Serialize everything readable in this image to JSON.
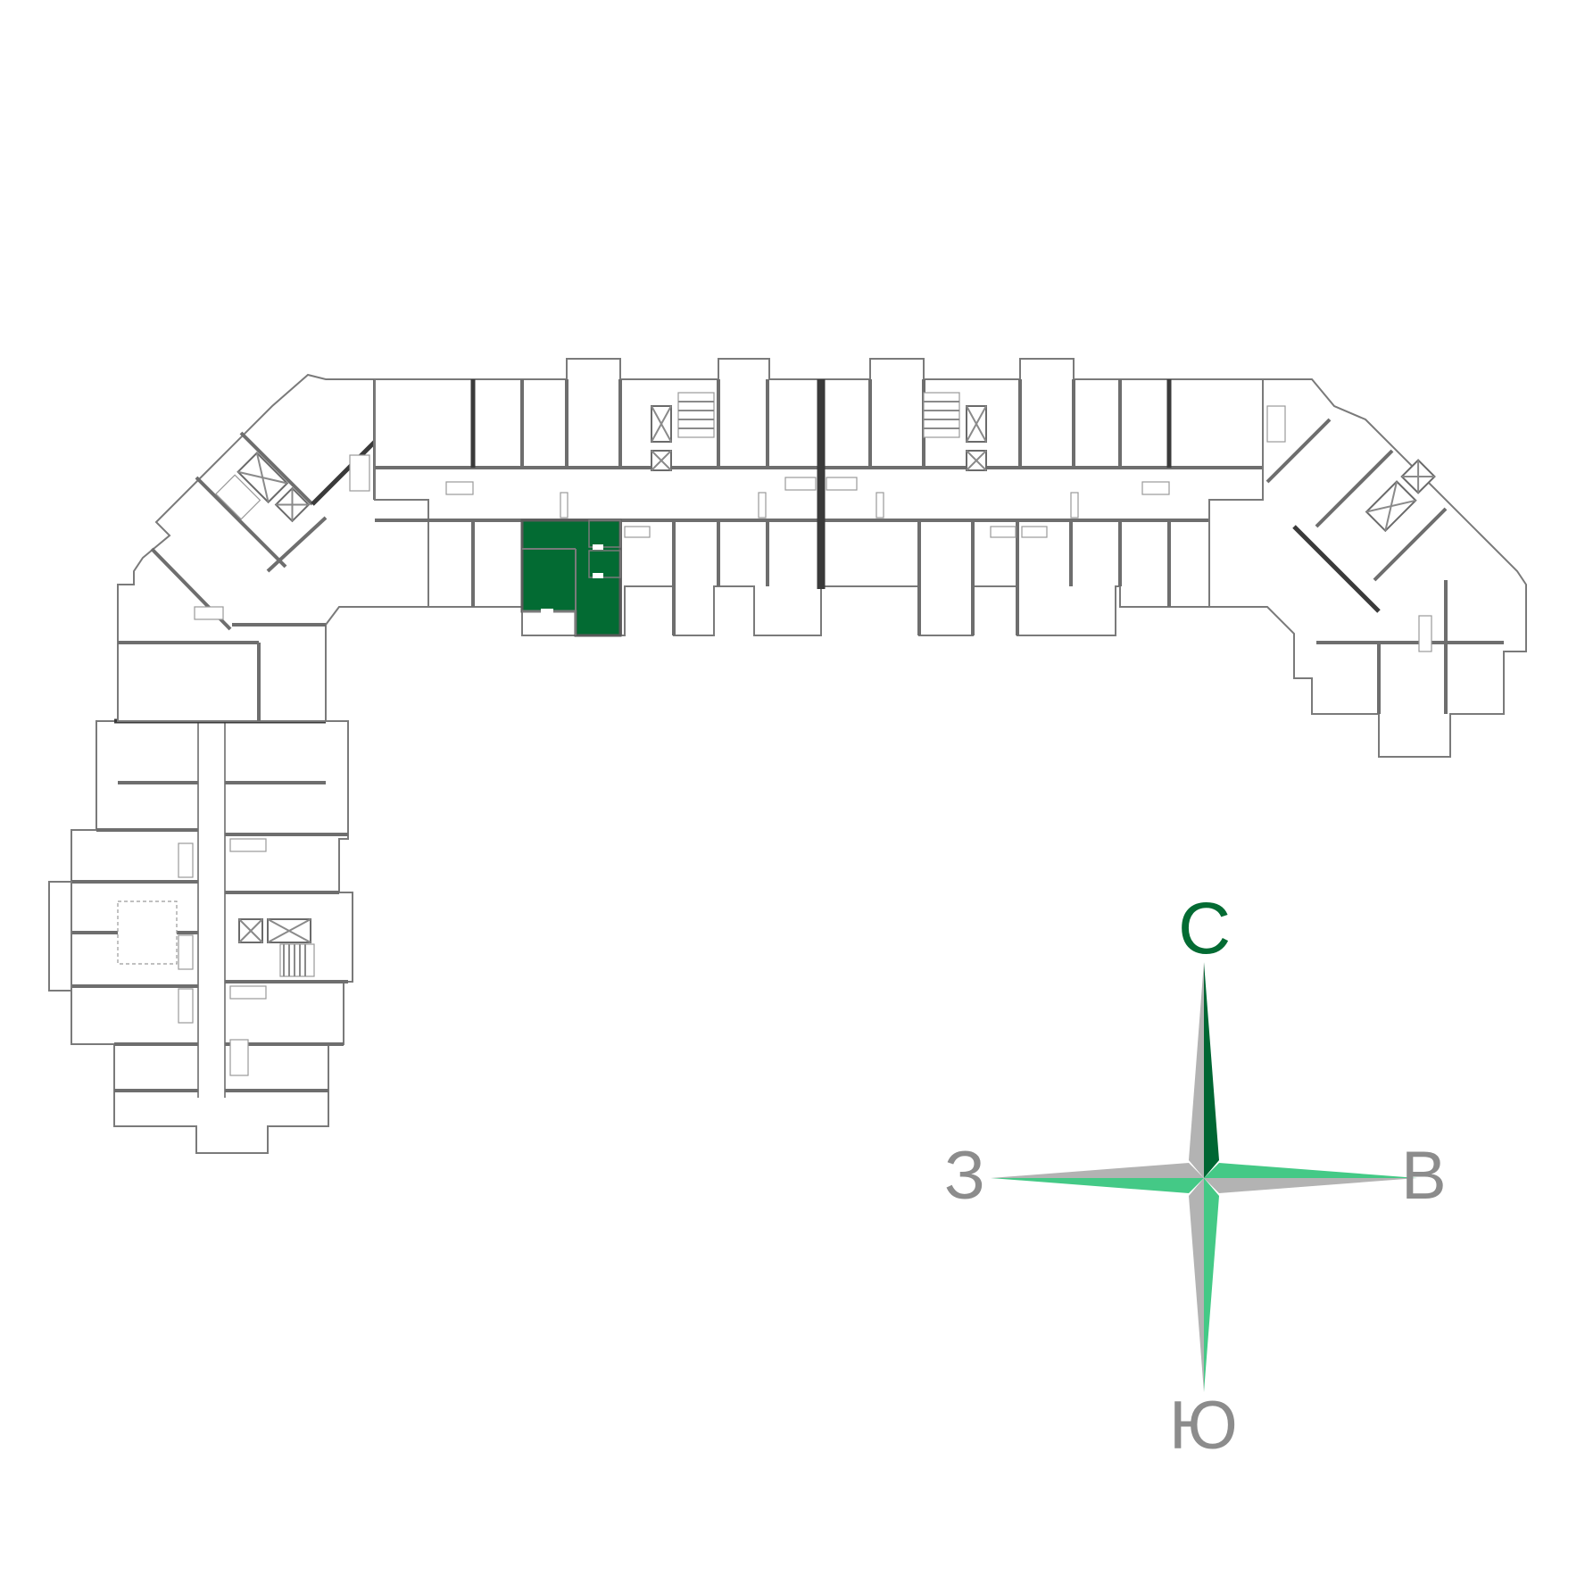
{
  "floor_plan": {
    "highlighted_apartment": {
      "label": "selected-apartment",
      "fill_color": "#036B33"
    },
    "wall_color": "#6E6E6E",
    "background": "#FFFFFF"
  },
  "compass": {
    "north": "С",
    "south": "Ю",
    "east": "В",
    "west": "З",
    "north_color": "#036B33",
    "label_color": "#8C8C8C",
    "dark_green": "#006633",
    "light_green": "#44C986",
    "gray": "#B3B3B3"
  }
}
